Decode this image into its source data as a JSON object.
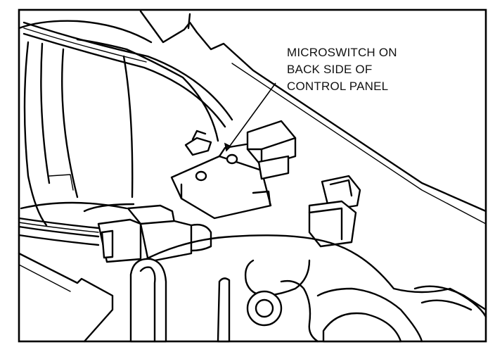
{
  "figure": {
    "callout": {
      "lines": [
        "MICROSWITCH ON",
        "BACK SIDE OF",
        "CONTROL PANEL"
      ]
    }
  }
}
